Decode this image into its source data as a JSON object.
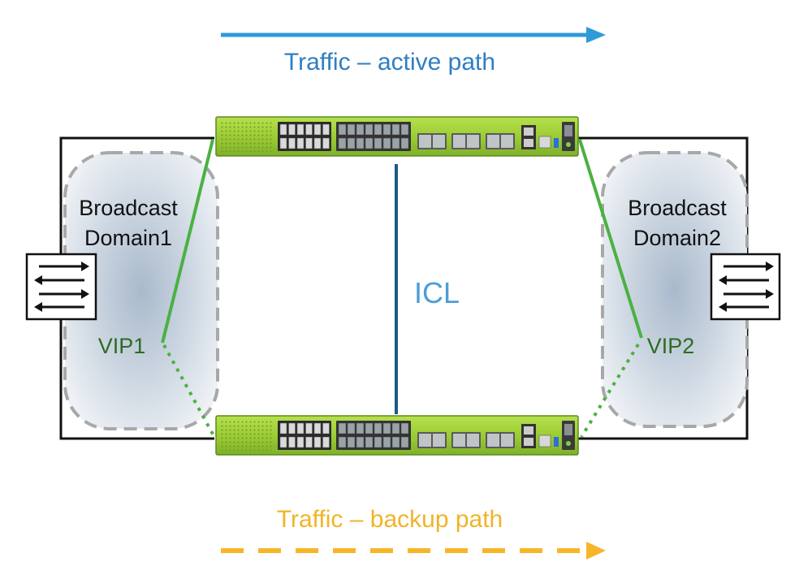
{
  "traffic": {
    "active_label": "Traffic – active path",
    "backup_label": "Traffic – backup path",
    "active_color": "#2f9ad8",
    "backup_color": "#f6b627"
  },
  "icl": {
    "label": "ICL",
    "line_color": "#1d5a86"
  },
  "domains": [
    {
      "line1": "Broadcast",
      "line2": "Domain1",
      "vip": "VIP1"
    },
    {
      "line1": "Broadcast",
      "line2": "Domain2",
      "vip": "VIP2"
    }
  ],
  "colors": {
    "switch_body": "#9fd23a",
    "link_green": "#4bb143",
    "vip_text": "#2f6b22",
    "domain_fill": "#c7d3e0",
    "domain_border": "#a8a8a8"
  },
  "icons": {
    "router": "bidirectional-arrows-icon",
    "switch": "network-switch-icon"
  }
}
